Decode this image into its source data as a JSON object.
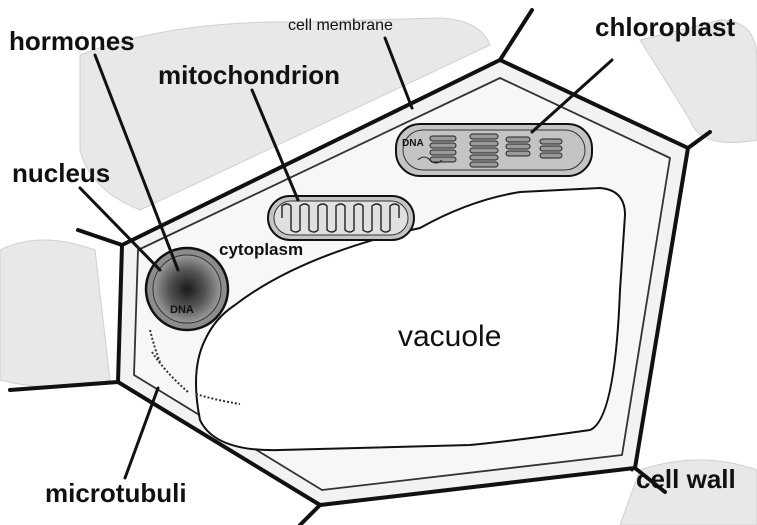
{
  "labels": {
    "hormones": "hormones",
    "mitochondrion": "mitochondrion",
    "cell_membrane": "cell membrane",
    "chloroplast": "chloroplast",
    "nucleus": "nucleus",
    "cytoplasm": "cytoplasm",
    "vacuole": "vacuole",
    "microtubuli": "microtubuli",
    "cell_wall": "cell wall",
    "dna_nucleus": "DNA",
    "dna_chloroplast": "DNA"
  },
  "colors": {
    "line": "#111111",
    "neighbor_cell_fill": "#e6e6e6",
    "cytoplasm_fill": "#f4f4f4",
    "organelle_fill": "#bcbcbc",
    "nucleus_core": "#333333"
  }
}
